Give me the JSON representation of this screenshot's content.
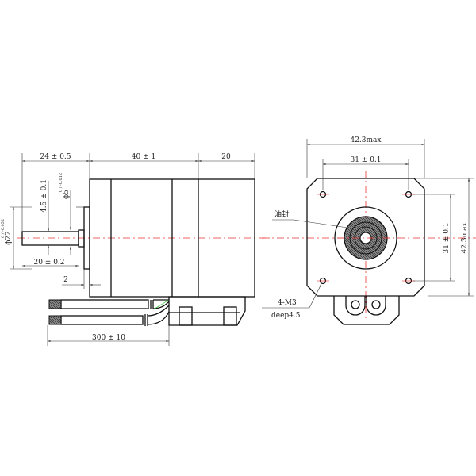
{
  "side_view": {
    "dim_shaft_length": "24 ± 0.5",
    "dim_body_length": "40 ± 1",
    "dim_rear_length": "20",
    "dim_flange_diameter": "ϕ22",
    "dim_flange_tol": "0 / -0.052",
    "dim_flat": "4.5 ± 0.1",
    "dim_shaft_diameter": "ϕ5",
    "dim_shaft_tol": "0 / -0.012",
    "dim_shaft_exposed": "20 ± 0.2",
    "dim_flange_thickness": "2",
    "dim_cable_length": "300 ± 10"
  },
  "front_view": {
    "dim_width": "42.3max",
    "dim_hole_spacing_h": "31 ± 0.1",
    "dim_hole_spacing_v": "31 ± 0.1",
    "dim_height": "42.3max",
    "label_oil_seal": "油封",
    "label_holes": "4-M3",
    "label_depth": "deep4.5"
  },
  "colors": {
    "centerline": "#e33",
    "line": "#111"
  }
}
